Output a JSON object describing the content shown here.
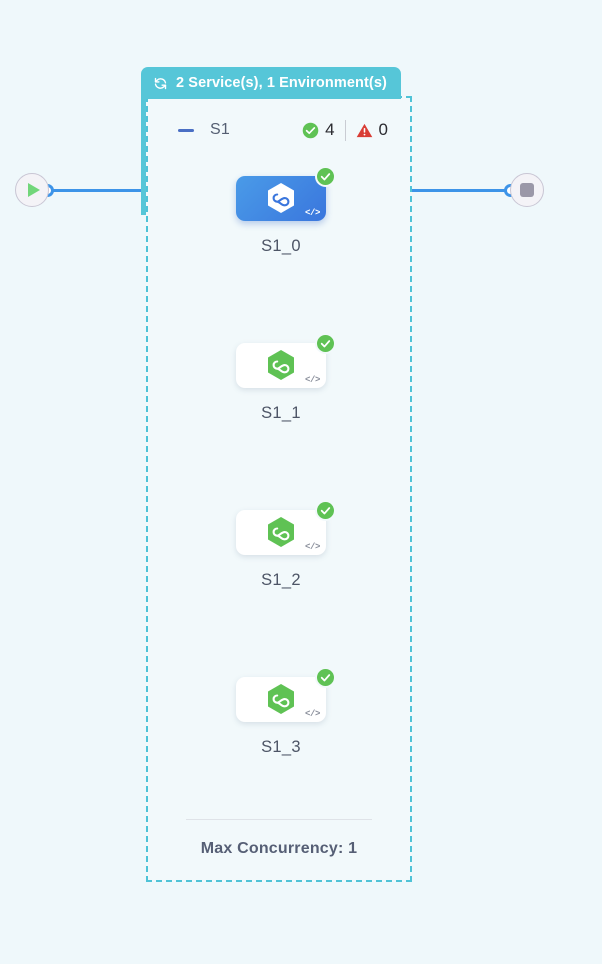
{
  "canvas": {
    "background_color": "#eff8fb"
  },
  "start_endpoint": {
    "name": "start-node",
    "icon": "play-icon",
    "color": "#72d67a"
  },
  "end_endpoint": {
    "name": "end-node",
    "icon": "stop-icon",
    "color": "#9b98a8"
  },
  "edges": {
    "color": "#3d94e8",
    "port_icon": "connection-port-icon"
  },
  "group_tab": {
    "icon": "sync-refresh-icon",
    "label": "2 Service(s), 1 Environment(s)",
    "background_color": "#56c6d8",
    "text_color": "#ffffff"
  },
  "group": {
    "border_color": "#4fc3d7",
    "collapse_icon": "minus-collapse-icon",
    "name": "S1",
    "status": {
      "success_icon": "check-circle-icon",
      "success_color": "#5fc254",
      "success_count": "4",
      "error_icon": "warning-triangle-icon",
      "error_color": "#d93d35",
      "error_count": "0"
    },
    "footer": {
      "max_concurrency_label": "Max Concurrency: 1"
    }
  },
  "nodes": [
    {
      "label": "S1_0",
      "selected": true,
      "hex_icon": "service-hexagon-icon",
      "hex_color": "#ffffff",
      "status_icon": "check-circle-icon",
      "code_badge": "</>"
    },
    {
      "label": "S1_1",
      "selected": false,
      "hex_icon": "service-hexagon-icon",
      "hex_color": "#5fc254",
      "status_icon": "check-circle-icon",
      "code_badge": "</>"
    },
    {
      "label": "S1_2",
      "selected": false,
      "hex_icon": "service-hexagon-icon",
      "hex_color": "#5fc254",
      "status_icon": "check-circle-icon",
      "code_badge": "</>"
    },
    {
      "label": "S1_3",
      "selected": false,
      "hex_icon": "service-hexagon-icon",
      "hex_color": "#5fc254",
      "status_icon": "check-circle-icon",
      "code_badge": "</>"
    }
  ]
}
